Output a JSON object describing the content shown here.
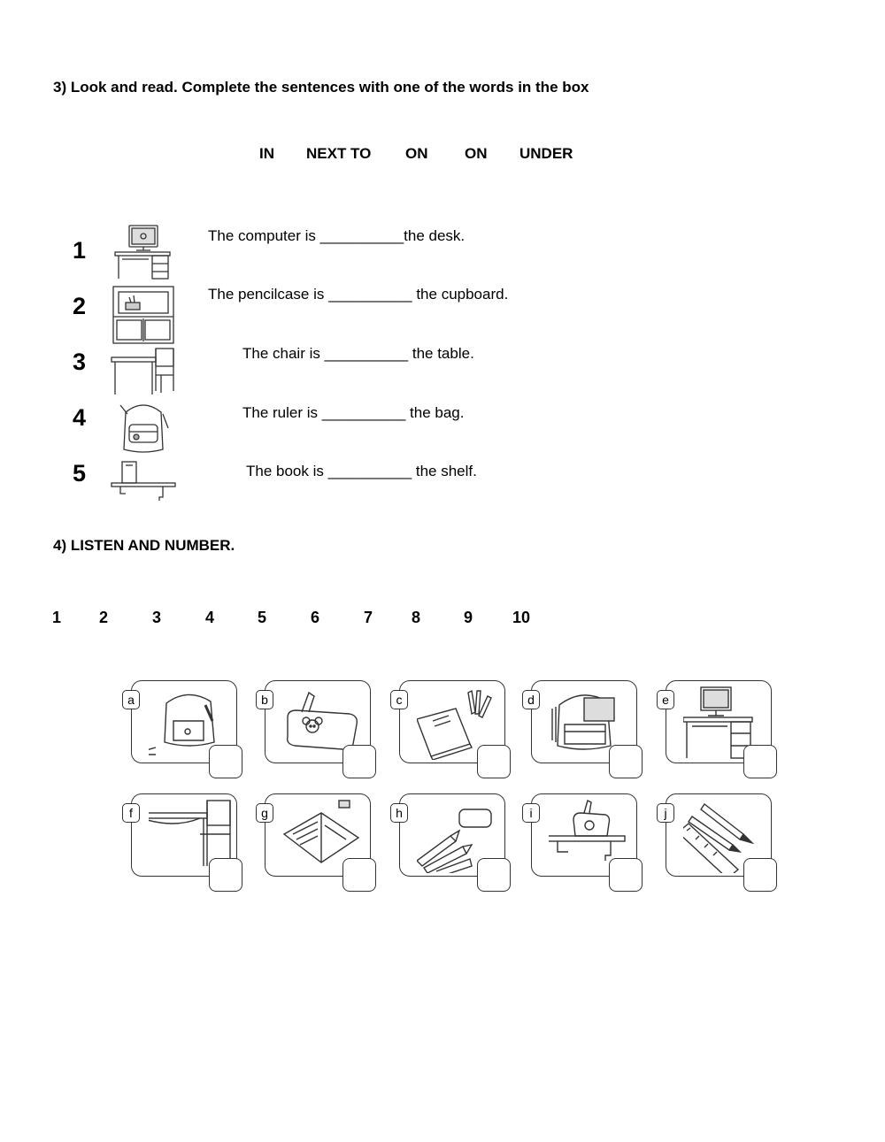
{
  "section3": {
    "title": "3) Look and read. Complete the sentences with one of the words in the box",
    "word_box": [
      "IN",
      "NEXT TO",
      "ON",
      "ON",
      "UNDER"
    ],
    "items": [
      {
        "number": "1",
        "sentence": "The computer is __________the desk.",
        "picture": "computer-desk-icon"
      },
      {
        "number": "2",
        "sentence": "The pencilcase is __________ the cupboard.",
        "picture": "cupboard-icon"
      },
      {
        "number": "3",
        "sentence": "The chair is __________ the table.",
        "picture": "table-chair-icon"
      },
      {
        "number": "4",
        "sentence": "The ruler is __________   the bag.",
        "picture": "backpack-icon"
      },
      {
        "number": "5",
        "sentence": "The book is __________ the shelf.",
        "picture": "shelf-book-icon"
      }
    ]
  },
  "section4": {
    "title": "4) LISTEN AND NUMBER.",
    "numbers": [
      "1",
      "2",
      "3",
      "4",
      "5",
      "6",
      "7",
      "8",
      "9",
      "10"
    ],
    "cards": [
      {
        "letter": "a",
        "picture": "backpack-scissors-icon"
      },
      {
        "letter": "b",
        "picture": "pencilcase-icon"
      },
      {
        "letter": "c",
        "picture": "book-pens-icon"
      },
      {
        "letter": "d",
        "picture": "full-backpack-icon"
      },
      {
        "letter": "e",
        "picture": "computer-desk-icon"
      },
      {
        "letter": "f",
        "picture": "table-chair-icon"
      },
      {
        "letter": "g",
        "picture": "open-pencilcase-icon"
      },
      {
        "letter": "h",
        "picture": "crayons-eraser-icon"
      },
      {
        "letter": "i",
        "picture": "shelf-pencilcase-icon"
      },
      {
        "letter": "j",
        "picture": "ruler-pencils-icon"
      }
    ]
  }
}
